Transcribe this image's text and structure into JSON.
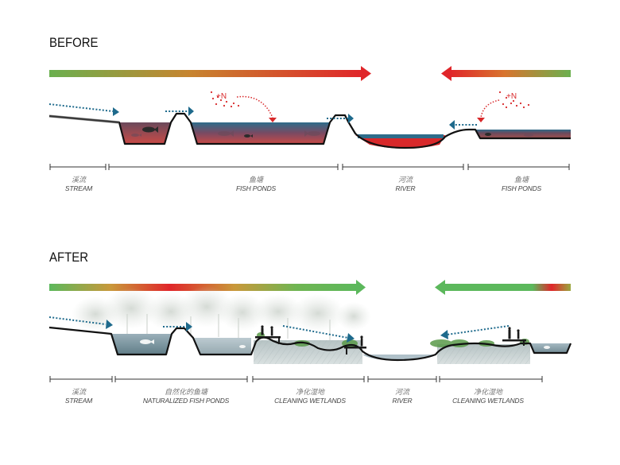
{
  "before": {
    "title": "BEFORE",
    "flow_arrows": [
      {
        "direction": "right",
        "from_color": "#6bb04f",
        "to_color": "#e02626"
      },
      {
        "direction": "left",
        "from_color": "#6bb04f",
        "to_color": "#e02626"
      }
    ],
    "nutrient_labels": [
      "+N",
      "+N"
    ],
    "segments": [
      {
        "cn": "溪流",
        "en": "STREAM"
      },
      {
        "cn": "鱼塘",
        "en": "FISH PONDS"
      },
      {
        "cn": "河流",
        "en": "RIVER"
      },
      {
        "cn": "鱼塘",
        "en": "FISH PONDS"
      }
    ]
  },
  "after": {
    "title": "AFTER",
    "flow_arrows": [
      {
        "direction": "right",
        "color": "#5cb85c",
        "hotspot_color": "#e02626"
      },
      {
        "direction": "left",
        "color": "#5cb85c",
        "hotspot_color": "#e02626"
      }
    ],
    "segments": [
      {
        "cn": "溪流",
        "en": "STREAM"
      },
      {
        "cn": "自然化的鱼塘",
        "en": "NATURALIZED FISH PONDS"
      },
      {
        "cn": "净化湿地",
        "en": "CLEANING WETLANDS"
      },
      {
        "cn": "河流",
        "en": "RIVER"
      },
      {
        "cn": "净化湿地",
        "en": "CLEANING WETLANDS"
      }
    ]
  },
  "colors": {
    "water_blue": "#2e6c8a",
    "polluted_red": "#d8282a",
    "flow_dotted": "#1e6a8c",
    "nutrient_red": "#d8282a",
    "wetland_gray": "#c9d3d3",
    "ground_line": "#111111"
  }
}
